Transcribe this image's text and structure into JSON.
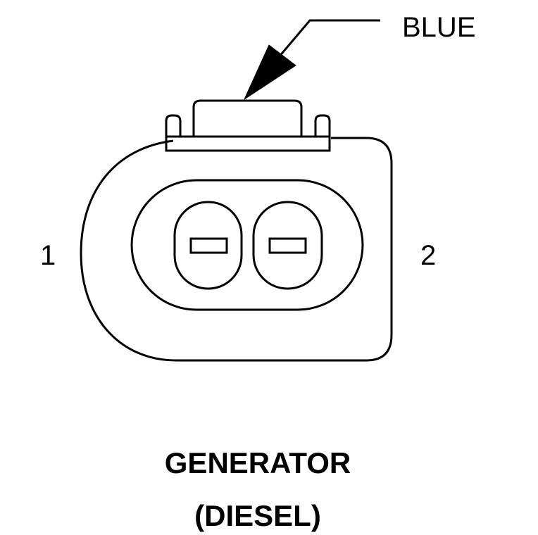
{
  "callout": {
    "label": "BLUE"
  },
  "connector": {
    "pins": [
      "1",
      "2"
    ]
  },
  "caption": {
    "line1": "GENERATOR",
    "line2": "(DIESEL)"
  }
}
